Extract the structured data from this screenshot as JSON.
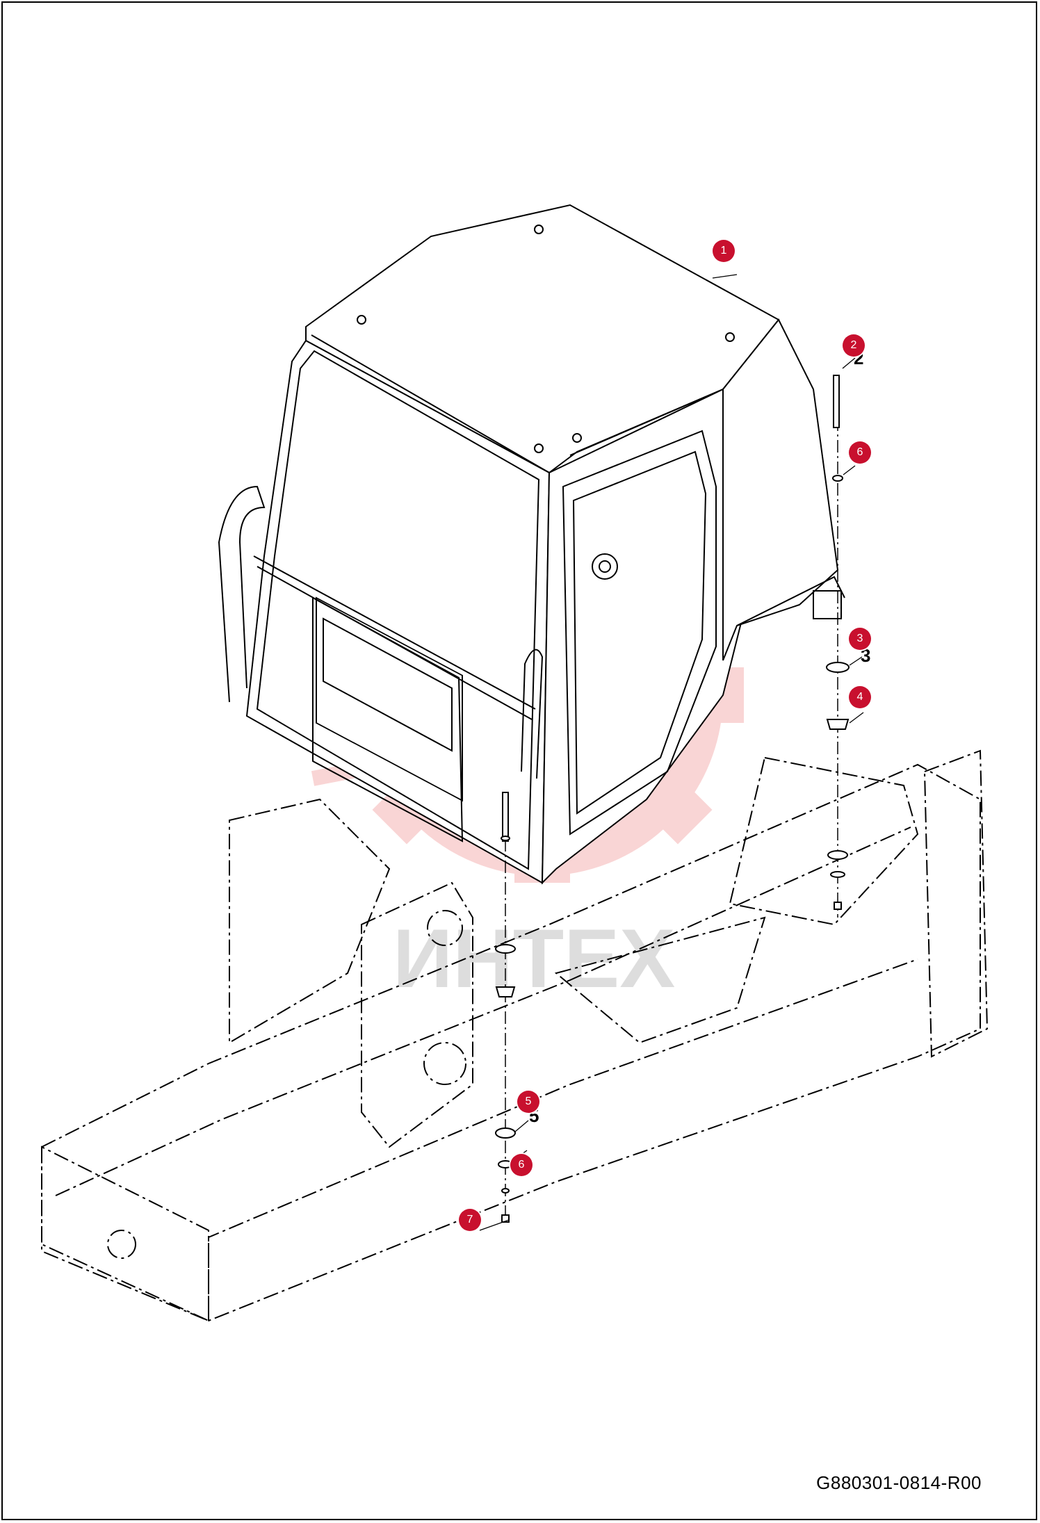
{
  "drawing_code": "G880301-0814-R00",
  "watermark_text": "ИНТЕХ",
  "colors": {
    "callout": "#c8102e",
    "line": "#000000",
    "watermark": "#f2b8b8"
  },
  "callouts": [
    {
      "number": "1",
      "part_number": "1"
    },
    {
      "number": "2",
      "part_number": "2"
    },
    {
      "number": "6",
      "part_number": "6"
    },
    {
      "number": "3",
      "part_number": "3"
    },
    {
      "number": "4",
      "part_number": "4"
    },
    {
      "number": "5",
      "part_number": "5"
    },
    {
      "number": "6",
      "part_number": "6"
    },
    {
      "number": "7",
      "part_number": "7"
    }
  ]
}
